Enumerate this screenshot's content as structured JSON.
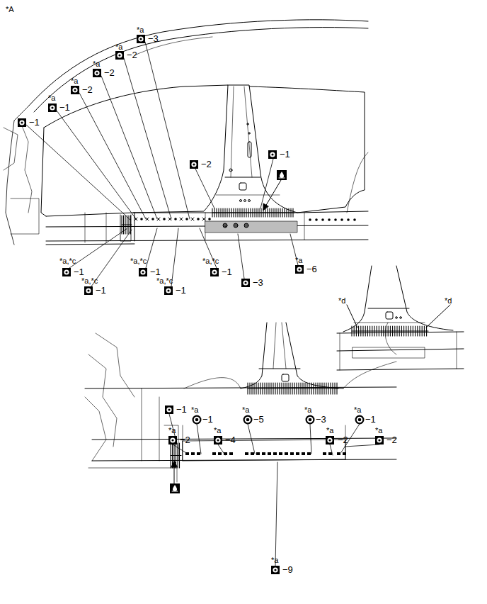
{
  "diagram": {
    "labels": [
      "*A",
      "−1",
      "*a",
      "−1",
      "*a",
      "−2",
      "*a",
      "−2",
      "*a",
      "−2",
      "*a",
      "−3",
      "−2",
      "−1",
      "*a,*c",
      "−1",
      "*a,*c",
      "−1",
      "*a,*c",
      "−1",
      "*a,*c",
      "−1",
      "*a,*c",
      "−1",
      "−3",
      "*a",
      "−6",
      "*d",
      "*d",
      "−1",
      "*a",
      "−1",
      "*a",
      "−2",
      "*a",
      "−4",
      "*a",
      "−5",
      "*a",
      "−3",
      "*a",
      "−2",
      "*a",
      "−1",
      "*a",
      "−2",
      "*a",
      "−9"
    ]
  }
}
